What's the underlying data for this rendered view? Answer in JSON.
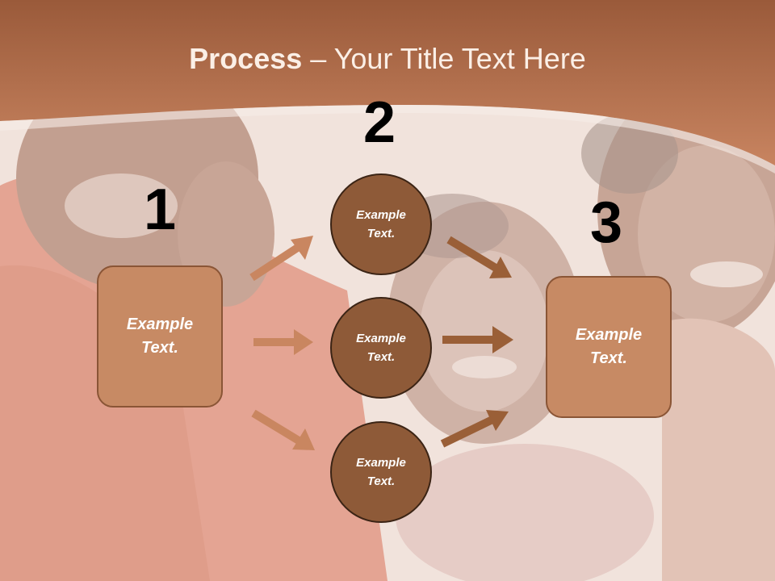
{
  "title": {
    "bold": "Process",
    "rest": " – Your Title Text Here"
  },
  "steps": {
    "one": "1",
    "two": "2",
    "three": "3"
  },
  "left_box": {
    "label": "Example\nText."
  },
  "right_box": {
    "label": "Example\nText."
  },
  "circles": [
    {
      "label": "Example\nText."
    },
    {
      "label": "Example\nText."
    },
    {
      "label": "Example\nText."
    }
  ],
  "colors": {
    "header": "#b8714a",
    "box_fill": "#c78a64",
    "circle_fill": "#8e5a38",
    "arrow_light": "#c98660",
    "arrow_dark": "#9a5f37"
  }
}
